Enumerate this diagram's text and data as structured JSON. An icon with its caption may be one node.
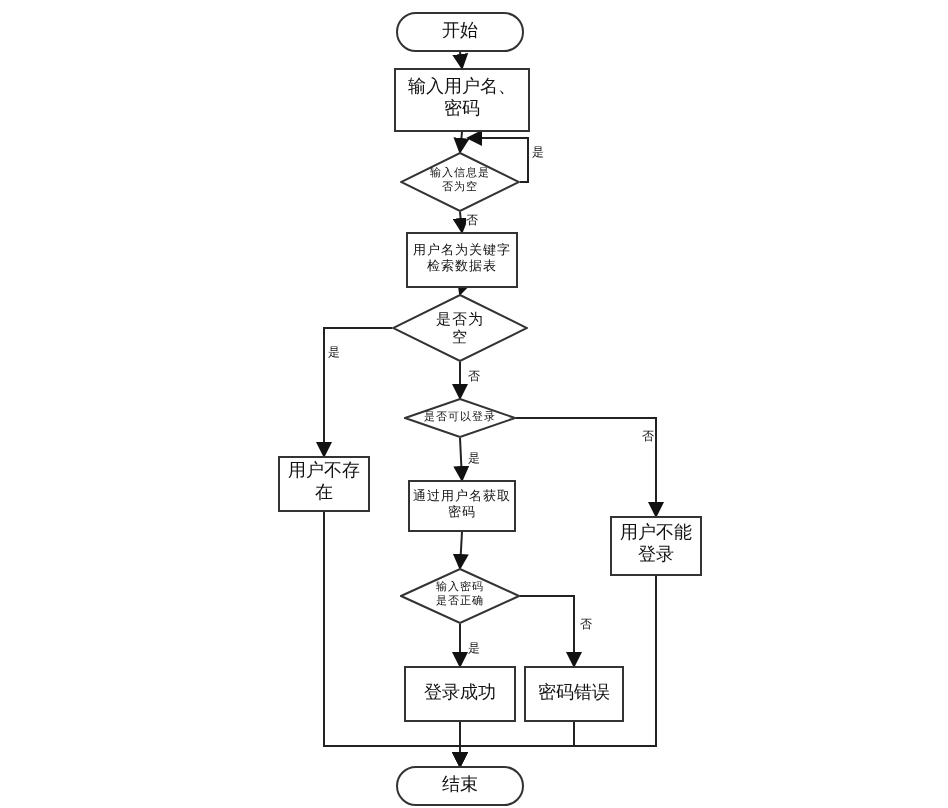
{
  "diagram": {
    "nodes": [
      {
        "text": [
          "开始"
        ]
      },
      {
        "text": [
          "输入用户名、密码"
        ]
      },
      {
        "text": [
          "输入信息是否为空"
        ]
      },
      {
        "text": [
          "用户名为关键字检索数据表"
        ]
      },
      {
        "text": [
          "是否为空"
        ]
      },
      {
        "text": [
          "用户不存在"
        ]
      },
      {
        "text": [
          "是否可以登录"
        ]
      },
      {
        "text": [
          "通过用户名获取密码"
        ]
      },
      {
        "text": [
          "用户不能登录"
        ]
      },
      {
        "text": [
          "输入密码是否正确"
        ]
      },
      {
        "text": [
          "登录成功"
        ]
      },
      {
        "text": [
          "密码错误"
        ]
      },
      {
        "text": [
          "结束"
        ]
      }
    ],
    "edges": [
      {
        "from": 0,
        "to": 1,
        "arrow": "to"
      },
      {
        "from": 1,
        "to": 2,
        "arrow": "to"
      },
      {
        "from": 2,
        "to": 1,
        "arrow": "to",
        "label": "是"
      },
      {
        "from": 2,
        "to": 3,
        "arrow": "to",
        "label": "否"
      },
      {
        "from": 3,
        "to": 4,
        "arrow": "to"
      },
      {
        "from": 4,
        "to": 5,
        "arrow": "to",
        "label": "是"
      },
      {
        "from": 4,
        "to": 6,
        "arrow": "to",
        "label": "否"
      },
      {
        "from": 6,
        "to": 7,
        "arrow": "to",
        "label": "是"
      },
      {
        "from": 6,
        "to": 8,
        "arrow": "to",
        "label": "否"
      },
      {
        "from": 7,
        "to": 9,
        "arrow": "to"
      },
      {
        "from": 9,
        "to": 10,
        "arrow": "to",
        "label": "是"
      },
      {
        "from": 9,
        "to": 11,
        "arrow": "to",
        "label": "否"
      },
      {
        "from": 5,
        "to": 12,
        "arrow": "to"
      },
      {
        "from": 8,
        "to": 12,
        "arrow": "to"
      },
      {
        "from": 10,
        "to": 12,
        "arrow": "to"
      },
      {
        "from": 11,
        "to": 12,
        "arrow": "to"
      }
    ]
  }
}
